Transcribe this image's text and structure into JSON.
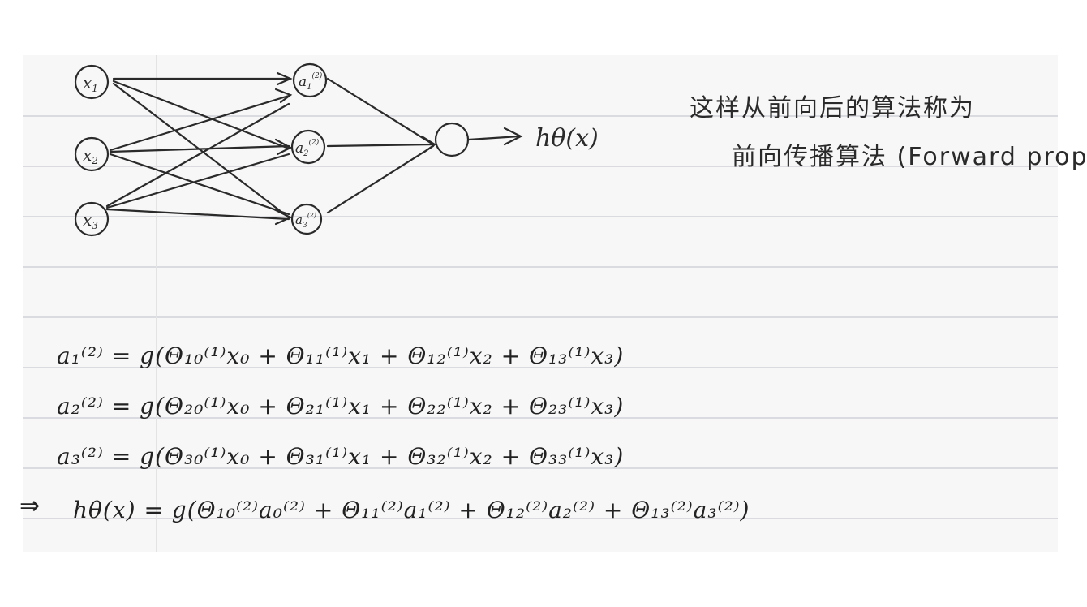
{
  "network": {
    "inputs": [
      "x1",
      "x2",
      "x3"
    ],
    "input_labels": [
      {
        "base": "x",
        "sub": "1"
      },
      {
        "base": "x",
        "sub": "2"
      },
      {
        "base": "x",
        "sub": "3"
      }
    ],
    "hidden_labels": [
      {
        "base": "a",
        "sub": "1",
        "sup": "(2)"
      },
      {
        "base": "a",
        "sub": "2",
        "sup": "(2)"
      },
      {
        "base": "a",
        "sub": "3",
        "sup": "(2)"
      }
    ],
    "output_label": "hθ(x)"
  },
  "note": {
    "line1": "这样从前向后的算法称为",
    "line2": "前向传播算法 (Forward prop"
  },
  "equations": [
    {
      "lhs": "a₁⁽²⁾",
      "rhs": "= g(Θ₁₀⁽¹⁾x₀ + Θ₁₁⁽¹⁾x₁ + Θ₁₂⁽¹⁾x₂ + Θ₁₃⁽¹⁾x₃)"
    },
    {
      "lhs": "a₂⁽²⁾",
      "rhs": "= g(Θ₂₀⁽¹⁾x₀ + Θ₂₁⁽¹⁾x₁ + Θ₂₂⁽¹⁾x₂ + Θ₂₃⁽¹⁾x₃)"
    },
    {
      "lhs": "a₃⁽²⁾",
      "rhs": "= g(Θ₃₀⁽¹⁾x₀ + Θ₃₁⁽¹⁾x₁ + Θ₃₂⁽¹⁾x₂ + Θ₃₃⁽¹⁾x₃)"
    }
  ],
  "final": {
    "implies": "⇒",
    "lhs": "hθ(x)",
    "rhs": "= g(Θ₁₀⁽²⁾a₀⁽²⁾ + Θ₁₁⁽²⁾a₁⁽²⁾ + Θ₁₂⁽²⁾a₂⁽²⁾ + Θ₁₃⁽²⁾a₃⁽²⁾)"
  }
}
